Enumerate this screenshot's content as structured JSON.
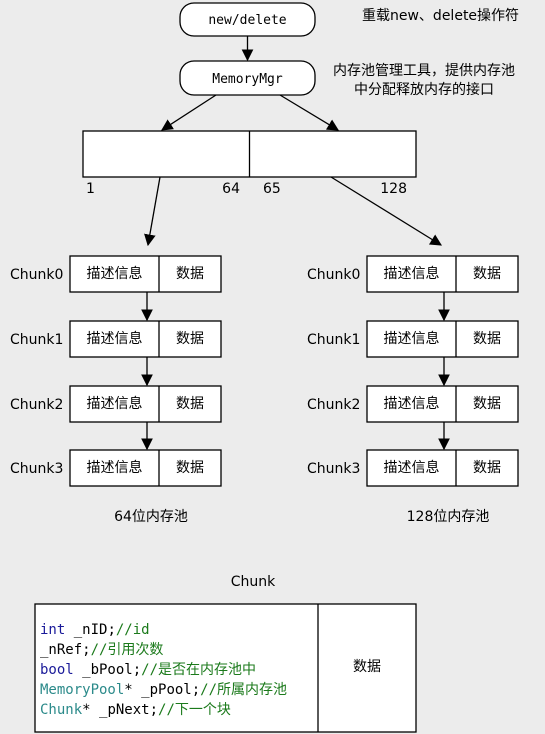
{
  "top_node": "new/delete",
  "top_note": "重载new、delete操作符",
  "manager_node": "MemoryMgr",
  "manager_note": [
    "内存池管理工具，提供内存池",
    "中分配释放内存的接口"
  ],
  "mapping_table": {
    "left_range": [
      "1",
      "64"
    ],
    "right_range": [
      "65",
      "128"
    ]
  },
  "pools": [
    {
      "caption": "64位内存池",
      "chunks": [
        {
          "name": "Chunk0",
          "desc": "描述信息",
          "data": "数据"
        },
        {
          "name": "Chunk1",
          "desc": "描述信息",
          "data": "数据"
        },
        {
          "name": "Chunk2",
          "desc": "描述信息",
          "data": "数据"
        },
        {
          "name": "Chunk3",
          "desc": "描述信息",
          "data": "数据"
        }
      ]
    },
    {
      "caption": "128位内存池",
      "chunks": [
        {
          "name": "Chunk0",
          "desc": "描述信息",
          "data": "数据"
        },
        {
          "name": "Chunk1",
          "desc": "描述信息",
          "data": "数据"
        },
        {
          "name": "Chunk2",
          "desc": "描述信息",
          "data": "数据"
        },
        {
          "name": "Chunk3",
          "desc": "描述信息",
          "data": "数据"
        }
      ]
    }
  ],
  "chunk_detail": {
    "title": "Chunk",
    "data_label": "数据",
    "lines": [
      [
        {
          "t": "int",
          "c": "kw"
        },
        {
          "t": " _nID;",
          "c": "pl"
        },
        {
          "t": "//id",
          "c": "cm"
        }
      ],
      [
        {
          "t": "_nRef;",
          "c": "pl"
        },
        {
          "t": "//引用次数",
          "c": "cm"
        }
      ],
      [
        {
          "t": "bool",
          "c": "kw"
        },
        {
          "t": " _bPool;",
          "c": "pl"
        },
        {
          "t": "//是否在内存池中",
          "c": "cm"
        }
      ],
      [
        {
          "t": "MemoryPool",
          "c": "ty"
        },
        {
          "t": "* _pPool;",
          "c": "pl"
        },
        {
          "t": "//所属内存池",
          "c": "cm"
        }
      ],
      [
        {
          "t": "Chunk",
          "c": "ty"
        },
        {
          "t": "* _pNext;",
          "c": "pl"
        },
        {
          "t": "//下一个块",
          "c": "cm"
        }
      ]
    ]
  },
  "colors": {
    "keyword": "#1a1a99",
    "comment": "#1b7a1b",
    "type": "#2b8a8a",
    "background": "#ececec"
  }
}
